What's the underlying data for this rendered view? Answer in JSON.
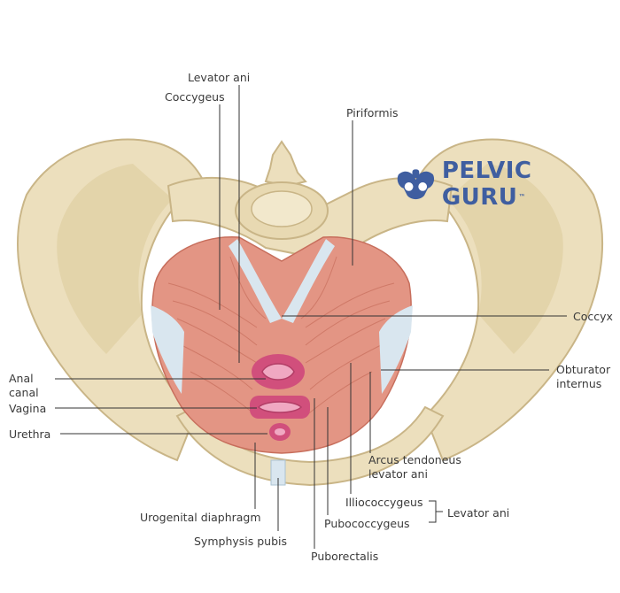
{
  "brand": {
    "name": "PELVIC GURU",
    "trademark": "™",
    "color": "#3f5ea0",
    "icon": "pelvis-logo-icon"
  },
  "labels": {
    "levator_ani_top": "Levator ani",
    "coccygeus": "Coccygeus",
    "piriformis": "Piriformis",
    "coccyx": "Coccyx",
    "anal_canal_1": "Anal",
    "anal_canal_2": "canal",
    "obturator_1": "Obturator",
    "obturator_2": "internus",
    "vagina": "Vagina",
    "urethra": "Urethra",
    "arcus_1": "Arcus tendoneus",
    "arcus_2": "levator ani",
    "illiococcygeus": "Illiococcygeus",
    "levator_ani_group": "Levator ani",
    "urogenital": "Urogenital diaphragm",
    "pubococcygeus": "Pubococcygeus",
    "symphysis": "Symphysis pubis",
    "puborectalis": "Puborectalis"
  },
  "colors": {
    "bone": "#ecdfbd",
    "bone_edge": "#c9b587",
    "muscle": "#e39584",
    "fiber": "#c76e5c",
    "fascia": "#d9e6ef",
    "mucosa": "#d14f7c",
    "leader": "#333333"
  }
}
